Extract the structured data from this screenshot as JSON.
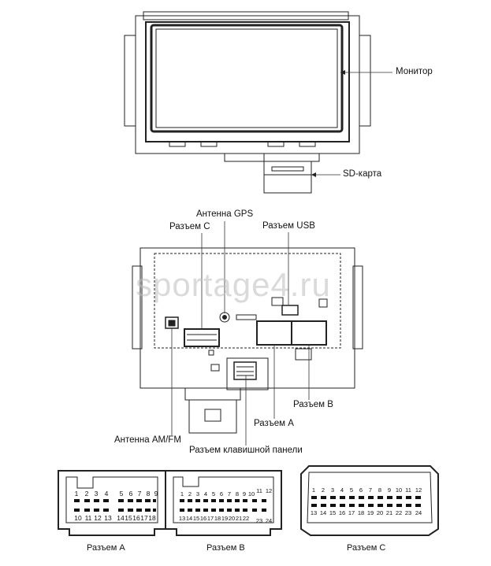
{
  "labels": {
    "monitor": "Монитор",
    "sd_card": "SD-карта",
    "gps_antenna": "Антенна GPS",
    "connector_c": "Разъем C",
    "usb_connector": "Разъем USB",
    "connector_b": "Разъем B",
    "connector_a": "Разъем A",
    "am_fm_antenna": "Антенна AM/FM",
    "keypad_connector": "Разъем клавишной панели"
  },
  "watermark": "sportage4.ru",
  "connectors": {
    "a": {
      "caption": "Разъем A",
      "top_row": [
        "1",
        "2",
        "3",
        "4",
        "5",
        "6",
        "7",
        "8",
        "9"
      ],
      "bottom_row": [
        "10",
        "11",
        "12",
        "13",
        "14",
        "15",
        "16",
        "17",
        "18"
      ]
    },
    "b": {
      "caption": "Разъем B",
      "top_row": [
        "1",
        "2",
        "3",
        "4",
        "5",
        "6",
        "7",
        "8",
        "9",
        "10",
        "11",
        "12"
      ],
      "bottom_row": [
        "13",
        "14",
        "15",
        "16",
        "17",
        "18",
        "19",
        "20",
        "21",
        "22",
        "23",
        "24"
      ]
    },
    "c": {
      "caption": "Разъем C",
      "top_row": [
        "1",
        "2",
        "3",
        "4",
        "5",
        "6",
        "7",
        "8",
        "9",
        "10",
        "11",
        "12"
      ],
      "bottom_row": [
        "13",
        "14",
        "15",
        "16",
        "17",
        "18",
        "19",
        "20",
        "21",
        "22",
        "23",
        "24"
      ]
    }
  }
}
